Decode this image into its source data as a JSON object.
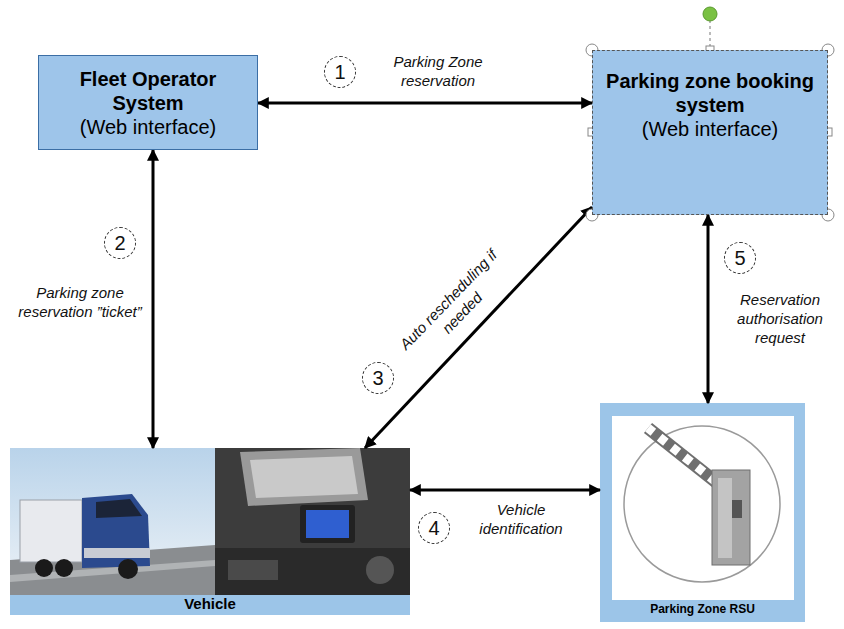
{
  "diagram": {
    "nodes": [
      {
        "text": [
          "Fleet Operator System",
          "(Web interface)"
        ]
      },
      {
        "text": [
          "Parking zone booking system",
          "(Web interface)"
        ]
      },
      {
        "text": [
          "Vehicle"
        ]
      },
      {
        "text": [
          "Parking Zone RSU"
        ]
      }
    ],
    "edges": [
      {
        "from": 0,
        "to": 1,
        "arrow": "both",
        "label": "Parking Zone reservation"
      },
      {
        "from": 0,
        "to": 2,
        "arrow": "both",
        "label": "Parking zone reservation ”ticket”"
      },
      {
        "from": 1,
        "to": 2,
        "arrow": "both",
        "label": "Auto rescheduling if needed"
      },
      {
        "from": 2,
        "to": 3,
        "arrow": "both",
        "label": "Vehicle identification"
      },
      {
        "from": 1,
        "to": 3,
        "arrow": "both",
        "label": "Reservation authorisation request"
      }
    ],
    "labels": [
      "1",
      "2",
      "3",
      "4",
      "5"
    ]
  }
}
